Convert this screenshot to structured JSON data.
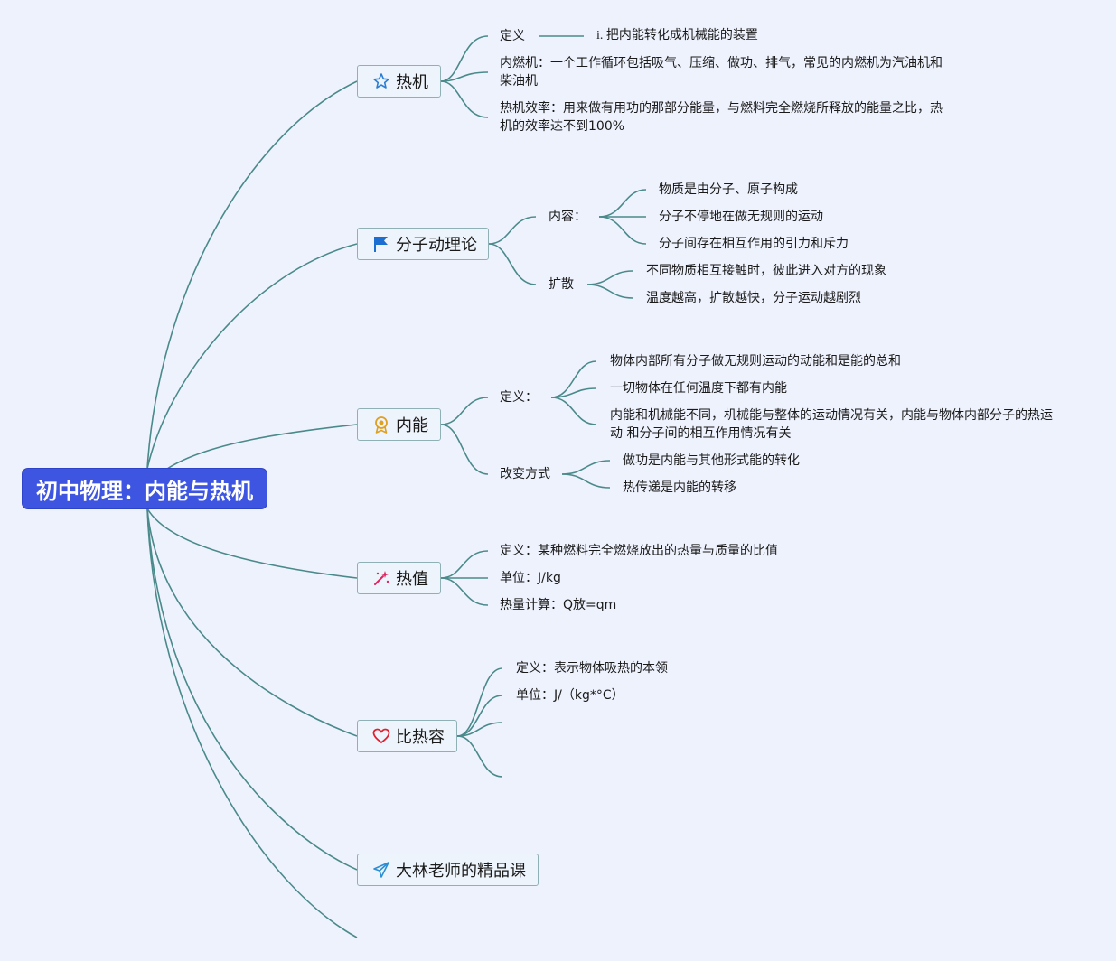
{
  "root": {
    "title": "初中物理：内能与热机"
  },
  "branches": {
    "heat_engine": {
      "label": "热机",
      "icon": "star-icon",
      "definition_label": "定义",
      "definition_value": "i. 把内能转化成机械能的装置",
      "ice": "内燃机：一个工作循环包括吸气、压缩、做功、排气，常见的内燃机为汽油机和柴油机",
      "efficiency": "热机效率：用来做有用功的那部分能量，与燃料完全燃烧所释放的能量之比，热机的效率达不到100%"
    },
    "molecular": {
      "label": "分子动理论",
      "icon": "flag-icon",
      "content_label": "内容：",
      "content_items": [
        "物质是由分子、原子构成",
        "分子不停地在做无规则的运动",
        "分子间存在相互作用的引力和斥力"
      ],
      "diffusion_label": "扩散",
      "diffusion_items": [
        "不同物质相互接触时，彼此进入对方的现象",
        "温度越高，扩散越快，分子运动越剧烈"
      ]
    },
    "internal_energy": {
      "label": "内能",
      "icon": "award-icon",
      "definition_label": "定义：",
      "definition_items": [
        "物体内部所有分子做无规则运动的动能和是能的总和",
        "一切物体在任何温度下都有内能",
        "内能和机械能不同，机械能与整体的运动情况有关，内能与物体内部分子的热运动 和分子间的相互作用情况有关"
      ],
      "change_label": "改变方式",
      "change_items": [
        "做功是内能与其他形式能的转化",
        "热传递是内能的转移"
      ]
    },
    "calorific": {
      "label": "热值",
      "icon": "magic-wand-icon",
      "items": [
        "定义：某种燃料完全燃烧放出的热量与质量的比值",
        "单位：J/kg",
        "热量计算：Q放=qm"
      ]
    },
    "specific_heat": {
      "label": "比热容",
      "icon": "heart-icon",
      "items": [
        "定义：表示物体吸热的本领",
        "单位：J/（kg*°C）"
      ]
    },
    "course": {
      "label": "大林老师的精品课",
      "icon": "paper-plane-icon"
    }
  },
  "colors": {
    "background": "#eef2fd",
    "root_fill": "#3d55e0",
    "connector": "#4a8a8a",
    "branch_border": "#8fb0b4"
  }
}
